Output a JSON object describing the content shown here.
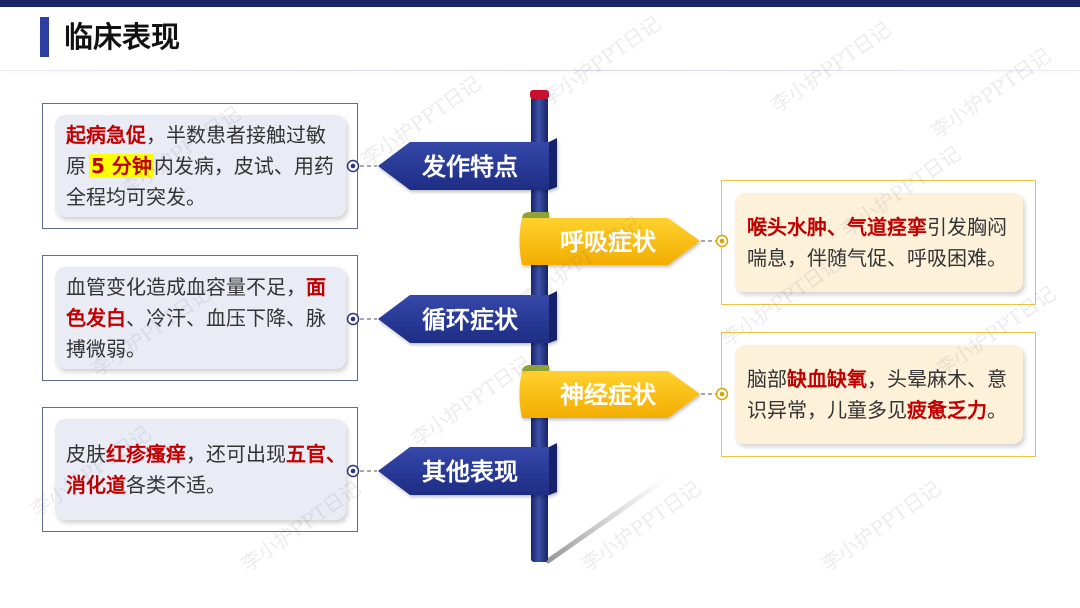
{
  "slide": {
    "title": "临床表现",
    "watermark": "李小护PPT日记"
  },
  "colors": {
    "navy": "#1c2666",
    "title_accent": "#2d3ea2",
    "emphasis_red": "#c00000",
    "highlight_yellow": "#ffff00",
    "cap_red": "#c8102e",
    "left_border": "#5f6c8c",
    "right_border": "#f0c640",
    "left_fill": "#e9ecf5",
    "right_fill": "#fdf1da",
    "body_text": "#333333",
    "sign_blue_light": "#3548a9",
    "sign_blue_dark": "#1e2d84",
    "sign_yellow_light": "#ffd12e",
    "sign_yellow_dark": "#f3ad00",
    "sign_yellow_band": "#8ea236",
    "pole_light": "#3d52a8",
    "pole_dark": "#17226a"
  },
  "signs": {
    "onset": "发作特点",
    "respiratory": "呼吸症状",
    "circulatory": "循环症状",
    "neurological": "神经症状",
    "other": "其他表现"
  },
  "boxes": {
    "onset": {
      "lines": [
        [
          {
            "text": "起病急促",
            "emphasis": true
          },
          {
            "text": "，半数患者接触过敏"
          }
        ],
        [
          {
            "text": "原"
          },
          {
            "text": "5 分钟",
            "emphasis": true,
            "highlight": true
          },
          {
            "text": "内发病，皮试、用药"
          }
        ],
        [
          {
            "text": "全程均可突发。"
          }
        ]
      ]
    },
    "circulatory": {
      "lines": [
        [
          {
            "text": "血管变化造成血容量不足，"
          },
          {
            "text": "面",
            "emphasis": true
          }
        ],
        [
          {
            "text": "色发白",
            "emphasis": true
          },
          {
            "text": "、冷汗、血压下降、脉"
          }
        ],
        [
          {
            "text": "搏微弱。"
          }
        ]
      ]
    },
    "other": {
      "lines": [
        [
          {
            "text": "皮肤"
          },
          {
            "text": "红疹瘙痒",
            "emphasis": true
          },
          {
            "text": "，还可出现"
          },
          {
            "text": "五官、",
            "emphasis": true
          }
        ],
        [
          {
            "text": "消化道",
            "emphasis": true
          },
          {
            "text": "各类不适。"
          }
        ]
      ]
    },
    "respiratory": {
      "lines": [
        [
          {
            "text": "喉头水肿、气道痉挛",
            "emphasis": true
          },
          {
            "text": "引发胸闷"
          }
        ],
        [
          {
            "text": "喘息，伴随气促、呼吸困难。"
          }
        ]
      ]
    },
    "neurological": {
      "lines": [
        [
          {
            "text": "脑部"
          },
          {
            "text": "缺血缺氧",
            "emphasis": true
          },
          {
            "text": "，头晕麻木、意"
          }
        ],
        [
          {
            "text": "识异常，儿童多见"
          },
          {
            "text": "疲惫乏力",
            "emphasis": true
          },
          {
            "text": "。"
          }
        ]
      ]
    }
  }
}
